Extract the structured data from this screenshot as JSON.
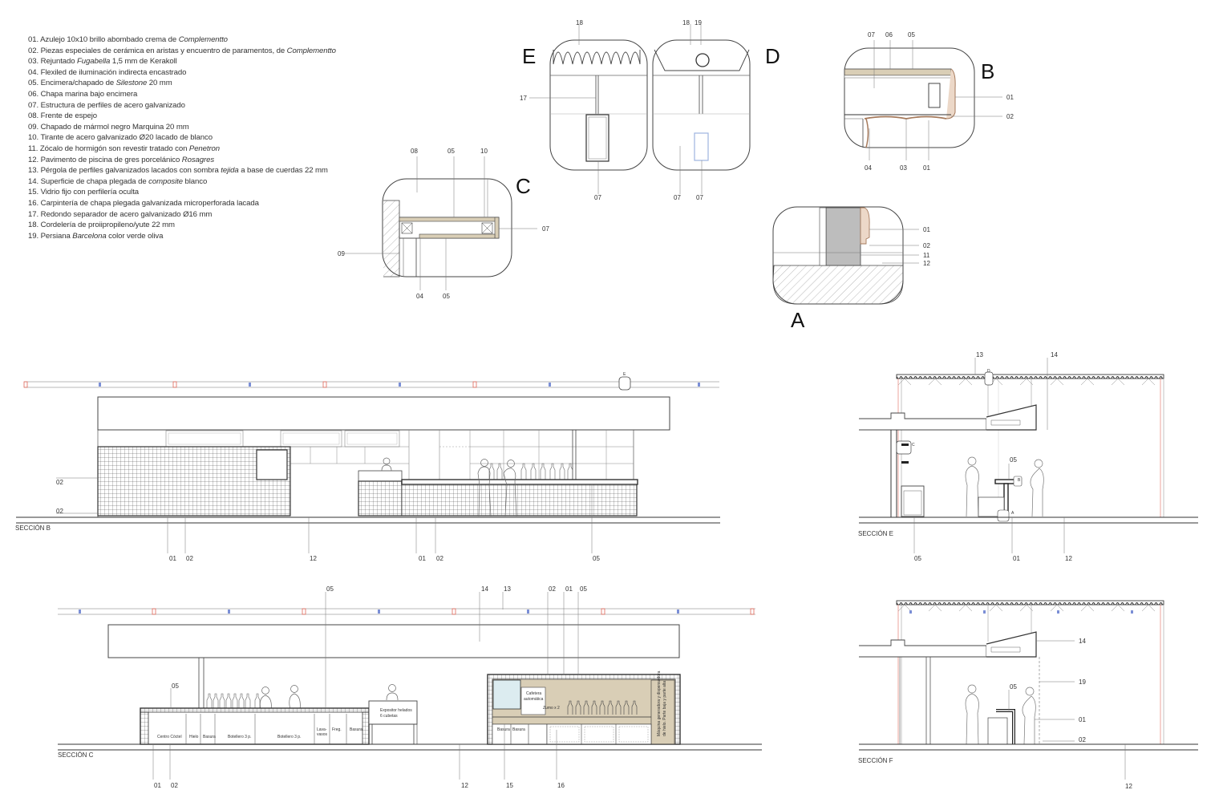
{
  "legend": [
    {
      "num": "01.",
      "text": "Azulejo 10x10 brillo abombado crema de ",
      "em": "Complementto",
      "rest": ""
    },
    {
      "num": "02.",
      "text": "Piezas especiales de cerámica en aristas y encuentro de paramentos, de ",
      "em": "Complementto",
      "rest": ""
    },
    {
      "num": "03.",
      "text": "Rejuntado ",
      "em": "Fugabella",
      "rest": " 1,5 mm de Kerakoll"
    },
    {
      "num": "04.",
      "text": "Flexiled de iluminación indirecta encastrado",
      "em": "",
      "rest": ""
    },
    {
      "num": "05.",
      "text": "Encimera/chapado de ",
      "em": "Silestone",
      "rest": " 20 mm"
    },
    {
      "num": "06.",
      "text": "Chapa marina bajo encimera",
      "em": "",
      "rest": ""
    },
    {
      "num": "07.",
      "text": "Estructura de perfiles de acero galvanizado",
      "em": "",
      "rest": ""
    },
    {
      "num": "08.",
      "text": "Frente de espejo",
      "em": "",
      "rest": ""
    },
    {
      "num": "09.",
      "text": "Chapado de mármol negro Marquina 20 mm",
      "em": "",
      "rest": ""
    },
    {
      "num": "10.",
      "text": "Tirante de acero galvanizado Ø20 lacado de blanco",
      "em": "",
      "rest": ""
    },
    {
      "num": "11.",
      "text": "Zócalo de hormigón son revestir tratado con ",
      "em": "Penetron",
      "rest": ""
    },
    {
      "num": "12.",
      "text": "Pavimento de piscina de gres porcelánico ",
      "em": "Rosagres",
      "rest": ""
    },
    {
      "num": "13.",
      "text": "Pérgola de perfiles galvanizados lacados con sombra ",
      "em": "tejida",
      "rest": " a base de cuerdas 22 mm"
    },
    {
      "num": "14.",
      "text": "Superficie de chapa plegada de ",
      "em": "composite",
      "rest": " blanco"
    },
    {
      "num": "15.",
      "text": "Vidrio fijo con perfilería oculta",
      "em": "",
      "rest": ""
    },
    {
      "num": "16.",
      "text": "Carpintería de chapa plegada galvanizada microperforada lacada",
      "em": "",
      "rest": ""
    },
    {
      "num": "17.",
      "text": "Redondo separador de acero galvanizado Ø16 mm",
      "em": "",
      "rest": ""
    },
    {
      "num": "18.",
      "text": "Cordelería de proiipropileno/yute 22 mm",
      "em": "",
      "rest": ""
    },
    {
      "num": "19.",
      "text": "Persiana ",
      "em": "Barcelona",
      "rest": " color verde oliva"
    }
  ],
  "details": {
    "A": "A",
    "B": "B",
    "C": "C",
    "D": "D",
    "E": "E"
  },
  "sections": {
    "b": "SECCIÓN B",
    "c": "SECCIÓN C",
    "e": "SECCIÓN E",
    "f": "SECCIÓN F"
  },
  "tags": {
    "n01": "01",
    "n02": "02",
    "n03": "03",
    "n04": "04",
    "n05": "05",
    "n06": "06",
    "n07": "07",
    "n08": "08",
    "n09": "09",
    "n10": "10",
    "n11": "11",
    "n12": "12",
    "n13": "13",
    "n14": "14",
    "n15": "15",
    "n16": "16",
    "n17": "17",
    "n18": "18",
    "n19": "19"
  },
  "equipment": {
    "centro_coctel": "Centro Cóctel",
    "hielo": "Hielo",
    "basura": "Basura",
    "botellero": "Botellero 3 p.",
    "lavavasos_1": "Lava-",
    "lavavasos_2": "vasos",
    "freg": "Freg.",
    "expositor_1": "Expositor helados",
    "expositor_2": "6 cubetas",
    "cafetera_1": "Cafetera",
    "cafetera_2": "automática",
    "zumo": "Zumo x 2",
    "maquina_1": "Máquina generadora y dispensadora",
    "maquina_2": "de hielo. Parte baja y parte alta"
  },
  "colors": {
    "silestone": "#d9ceb6",
    "line": "#555555",
    "blue_marker": "#7b8fd6",
    "red_marker": "#e0685a"
  }
}
